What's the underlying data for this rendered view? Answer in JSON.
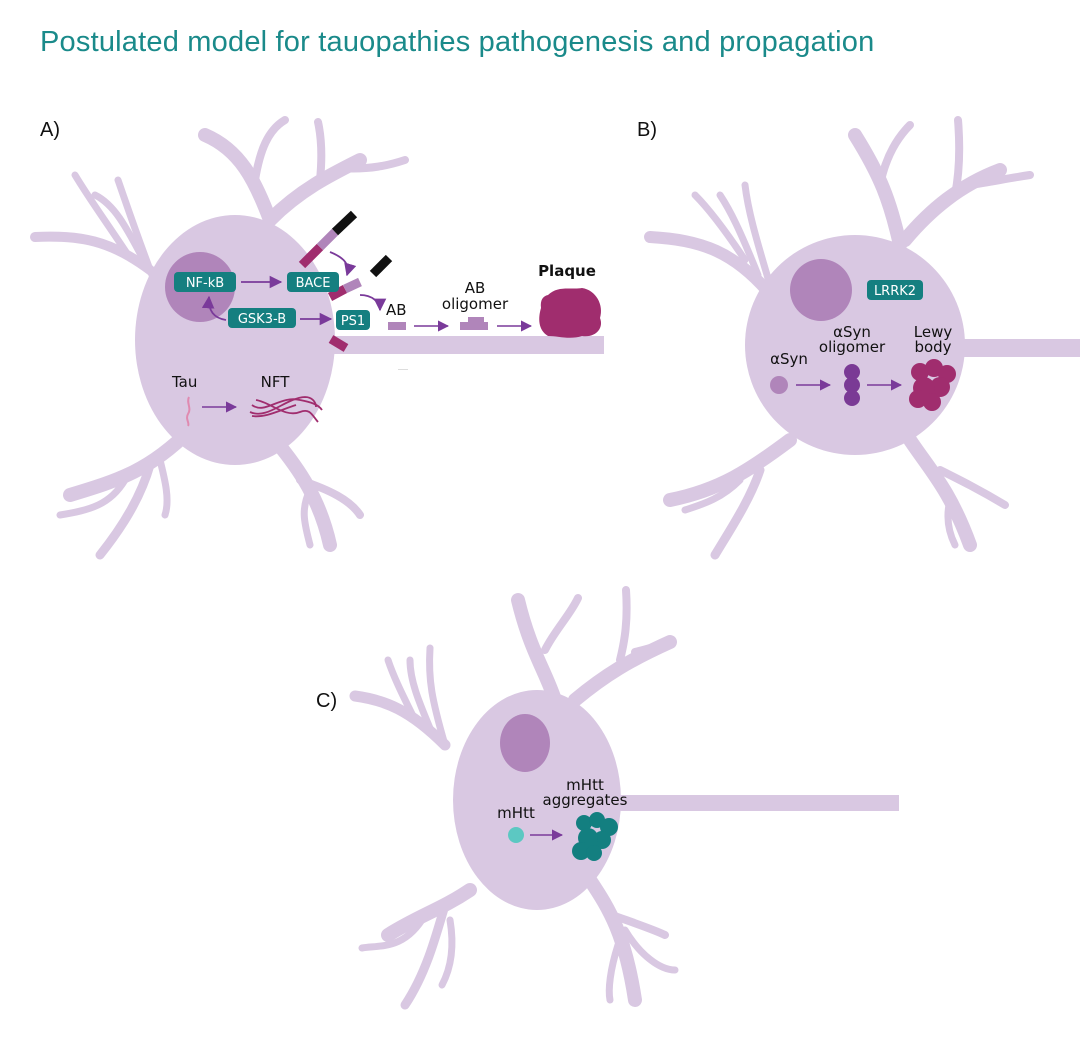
{
  "title": "Postulated model for tauopathies pathogenesis and propagation",
  "colors": {
    "title": "#1a8a8a",
    "cell_body": "#d9c8e2",
    "nucleus": "#b085ba",
    "badge": "#157f80",
    "arrow": "#7a3a9a",
    "plaque": "#a02d6e",
    "oligomer_asyn": "#7a3a95",
    "mhtt_monomer": "#5cc8c2",
    "mhtt_aggregate": "#137f80",
    "ab_fragment": "#b085ba",
    "membrane_dark": "#a02d6e",
    "membrane_black": "#111111"
  },
  "panels": {
    "a": {
      "label": "A)",
      "badges": {
        "nfkb": "NF-kB",
        "bace": "BACE",
        "gsk3b": "GSK3-B",
        "ps1": "PS1"
      },
      "labels": {
        "ab": "AB",
        "ab_oligomer_1": "AB",
        "ab_oligomer_2": "oligomer",
        "plaque": "Plaque",
        "tau": "Tau",
        "nft": "NFT"
      }
    },
    "b": {
      "label": "B)",
      "badges": {
        "lrrk2": "LRRK2"
      },
      "labels": {
        "asyn": "αSyn",
        "asyn_oligomer_1": "αSyn",
        "asyn_oligomer_2": "oligomer",
        "lewy_1": "Lewy",
        "lewy_2": "body"
      }
    },
    "c": {
      "label": "C)",
      "labels": {
        "mhtt": "mHtt",
        "mhtt_agg_1": "mHtt",
        "mhtt_agg_2": "aggregates"
      }
    }
  }
}
